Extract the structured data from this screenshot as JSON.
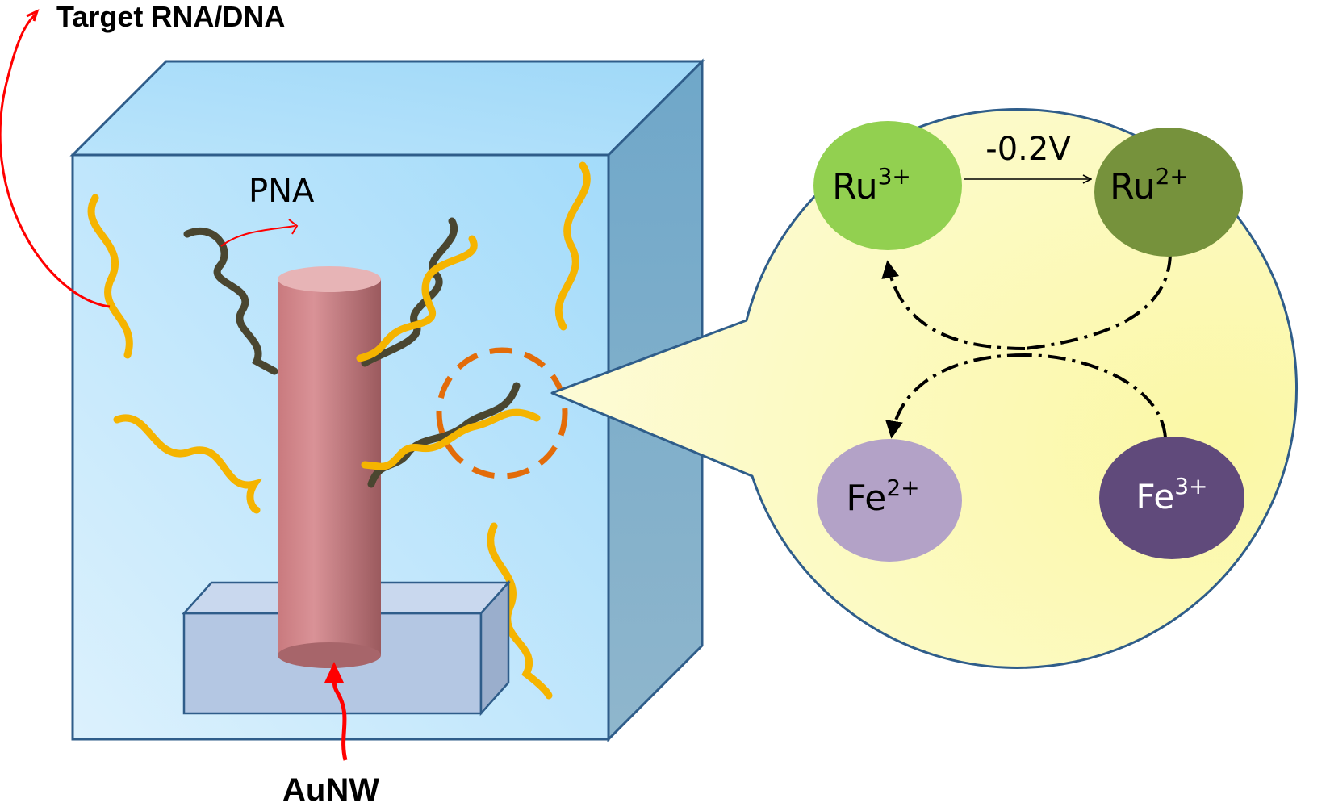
{
  "labels": {
    "target": "Target RNA/DNA",
    "pna": "PNA",
    "aunw": "AuNW",
    "voltage": "-0.2V"
  },
  "ions": {
    "ru3": {
      "symbol": "Ru",
      "charge": "3+"
    },
    "ru2": {
      "symbol": "Ru",
      "charge": "2+"
    },
    "fe2": {
      "symbol": "Fe",
      "charge": "2+"
    },
    "fe3": {
      "symbol": "Fe",
      "charge": "3+"
    }
  },
  "colors": {
    "box_front": "#b7e3fb",
    "box_edge": "#2f5d8a",
    "zoom_circle": "#fbf9b8",
    "strand_target": "#f5b400",
    "strand_pna": "#4a4630",
    "nanowire": "#b86a6e",
    "ru3": "#92d050",
    "ru2": "#76923c",
    "fe2": "#b3a2c7",
    "fe3": "#604a7b",
    "pointer_red": "#ff0000",
    "highlight_ring": "#e36c09"
  }
}
